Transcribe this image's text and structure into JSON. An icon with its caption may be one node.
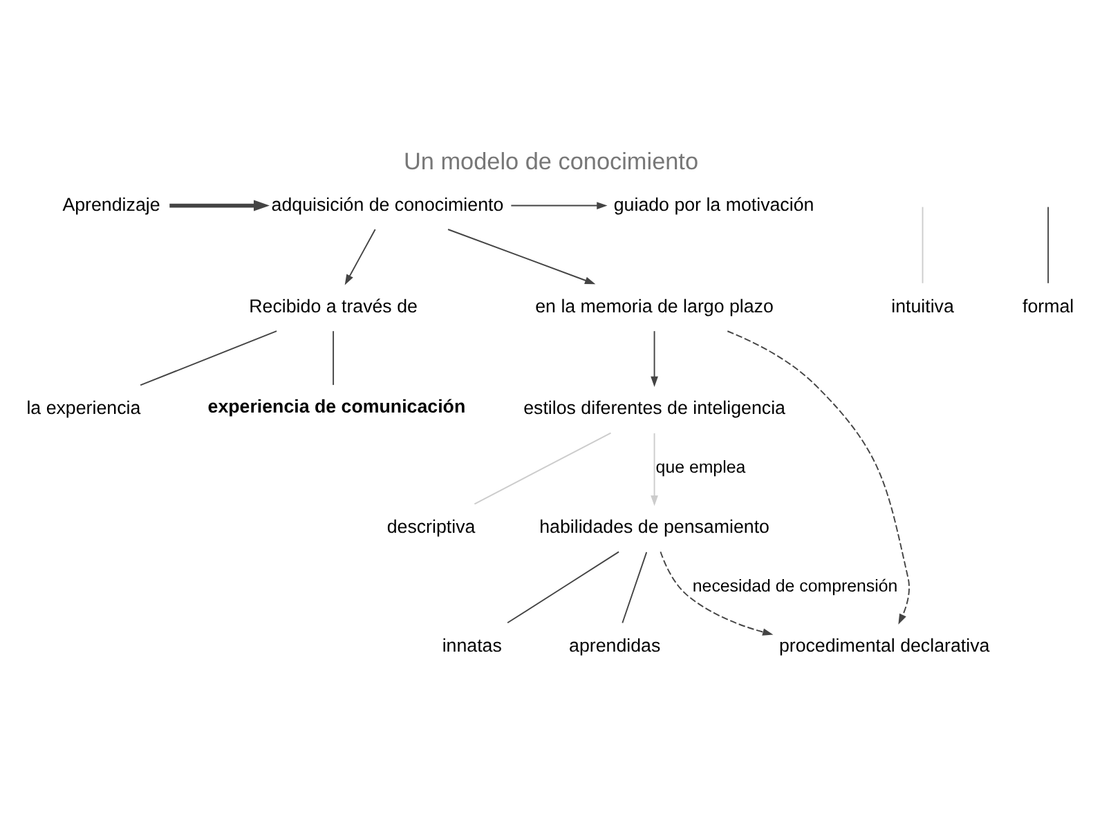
{
  "diagram": {
    "title": "Un modelo de conocimiento",
    "nodes": [
      {
        "text": [
          "Aprendizaje"
        ]
      },
      {
        "text": [
          "adquisición de conocimiento"
        ]
      },
      {
        "text": [
          "guiado por la motivación"
        ]
      },
      {
        "text": [
          "Recibido a través de"
        ]
      },
      {
        "text": [
          "la experiencia"
        ]
      },
      {
        "text": [
          "experiencia de comunicación"
        ]
      },
      {
        "text": [
          "en la memoria de largo plazo"
        ]
      },
      {
        "text": [
          "estilos diferentes de inteligencia"
        ]
      },
      {
        "text": [
          "procedimental declarativa"
        ]
      },
      {
        "text": [
          "habilidades de pensamiento"
        ]
      },
      {
        "text": [
          "intuitiva"
        ]
      },
      {
        "text": [
          "descriptiva"
        ]
      },
      {
        "text": [
          "formal"
        ]
      },
      {
        "text": [
          "innatas"
        ]
      },
      {
        "text": [
          "aprendidas"
        ]
      }
    ],
    "edges": [
      {
        "from": 0,
        "to": 1,
        "arrow": "to",
        "style": "thick"
      },
      {
        "from": 1,
        "to": 2,
        "arrow": "to"
      },
      {
        "from": 1,
        "to": 6,
        "arrow": "to"
      },
      {
        "from": 1,
        "to": 3,
        "arrow": "to"
      },
      {
        "from": 3,
        "to": 4,
        "arrow": "none"
      },
      {
        "from": 3,
        "to": 5,
        "arrow": "none"
      },
      {
        "from": 6,
        "to": 7,
        "arrow": "to"
      },
      {
        "from": 6,
        "to": 8,
        "arrow": "to",
        "style": "dashed"
      },
      {
        "from": 7,
        "to": 9,
        "arrow": "to",
        "label": "que emplea",
        "color": "#cccccc"
      },
      {
        "from": 9,
        "to": 8,
        "arrow": "to",
        "style": "dashed",
        "label": "necesidad de comprensión"
      },
      {
        "from": 7,
        "to": 11,
        "arrow": "none",
        "color": "#cccccc"
      },
      {
        "from": null,
        "to": 10,
        "arrow": "none",
        "color": "#cccccc"
      },
      {
        "from": null,
        "to": 12,
        "arrow": "none"
      },
      {
        "from": 9,
        "to": 13,
        "arrow": "none"
      },
      {
        "from": 9,
        "to": 14,
        "arrow": "none"
      }
    ]
  }
}
